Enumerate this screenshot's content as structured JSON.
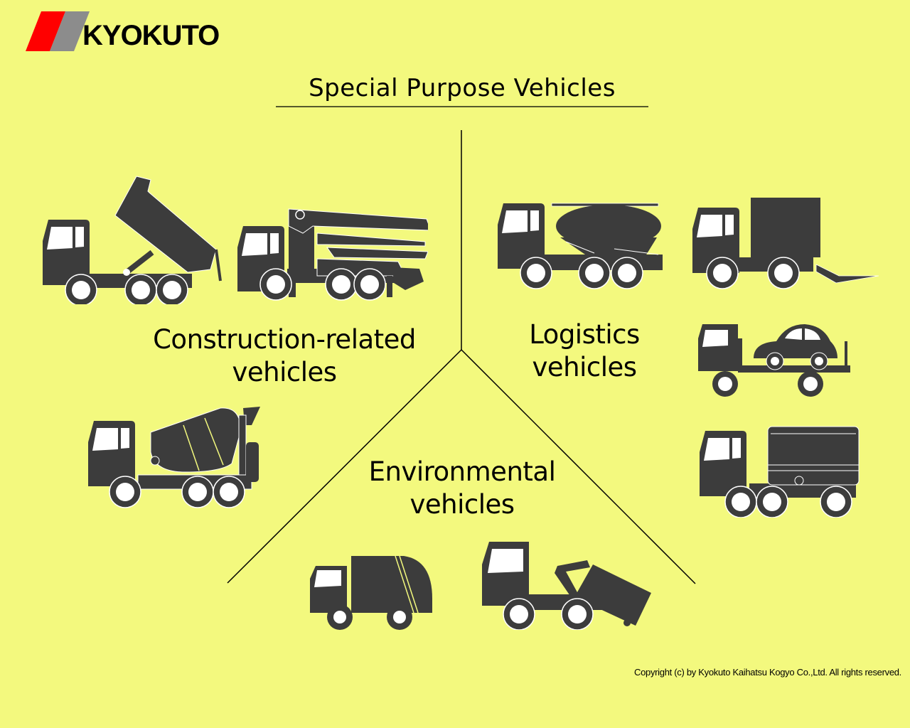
{
  "brand": {
    "name": "KYOKUTO",
    "colors": {
      "red": "#ff0000",
      "gray": "#8c8c8c",
      "background": "#f3f97e",
      "vehicle": "#3c3c3c"
    }
  },
  "title": "Special Purpose Vehicles",
  "categories": {
    "construction": {
      "label_line1": "Construction-related",
      "label_line2": "vehicles",
      "vehicles": [
        "dump-truck",
        "concrete-pump-truck",
        "concrete-mixer-truck"
      ]
    },
    "logistics": {
      "label_line1": "Logistics",
      "label_line2": "vehicles",
      "vehicles": [
        "bulk-powder-tanker",
        "box-truck-with-tailgate-lift",
        "car-carrier",
        "tank-lorry"
      ]
    },
    "environmental": {
      "label_line1": "Environmental",
      "label_line2": "vehicles",
      "vehicles": [
        "garbage-compactor-truck",
        "skip-loader-truck"
      ]
    }
  },
  "footer": {
    "copyright": "Copyright (c) by Kyokuto Kaihatsu Kogyo Co.,Ltd. All rights reserved."
  }
}
